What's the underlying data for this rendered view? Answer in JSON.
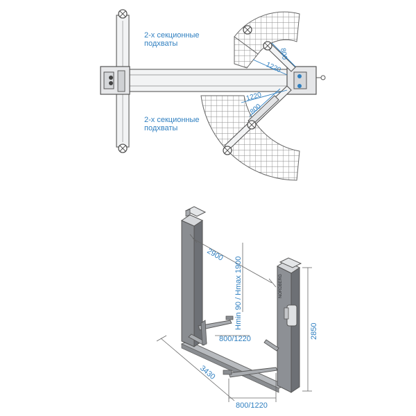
{
  "top_view": {
    "arms_label_upper": [
      "2-х секционные",
      "подхваты"
    ],
    "arms_label_lower": [
      "2-х секционные",
      "подхваты"
    ],
    "dim_arm_short_upper": "800",
    "dim_arm_long_upper": "1220",
    "dim_arm_long_lower": "1220",
    "dim_arm_short_lower": "800"
  },
  "iso_view": {
    "dim_width": "2900",
    "dim_height_range": "Hmin 90 / Hmax 1900",
    "dim_column_height": "2850",
    "dim_total_width": "3430",
    "dim_arm_upper": "800/1220",
    "dim_arm_lower": "800/1220",
    "brand_text": "NORDBERG"
  },
  "colors": {
    "accent": "#2f7fc0",
    "steel": "#8a8d91",
    "steel_light": "#c9ccd0",
    "steel_dark": "#5e6166"
  }
}
